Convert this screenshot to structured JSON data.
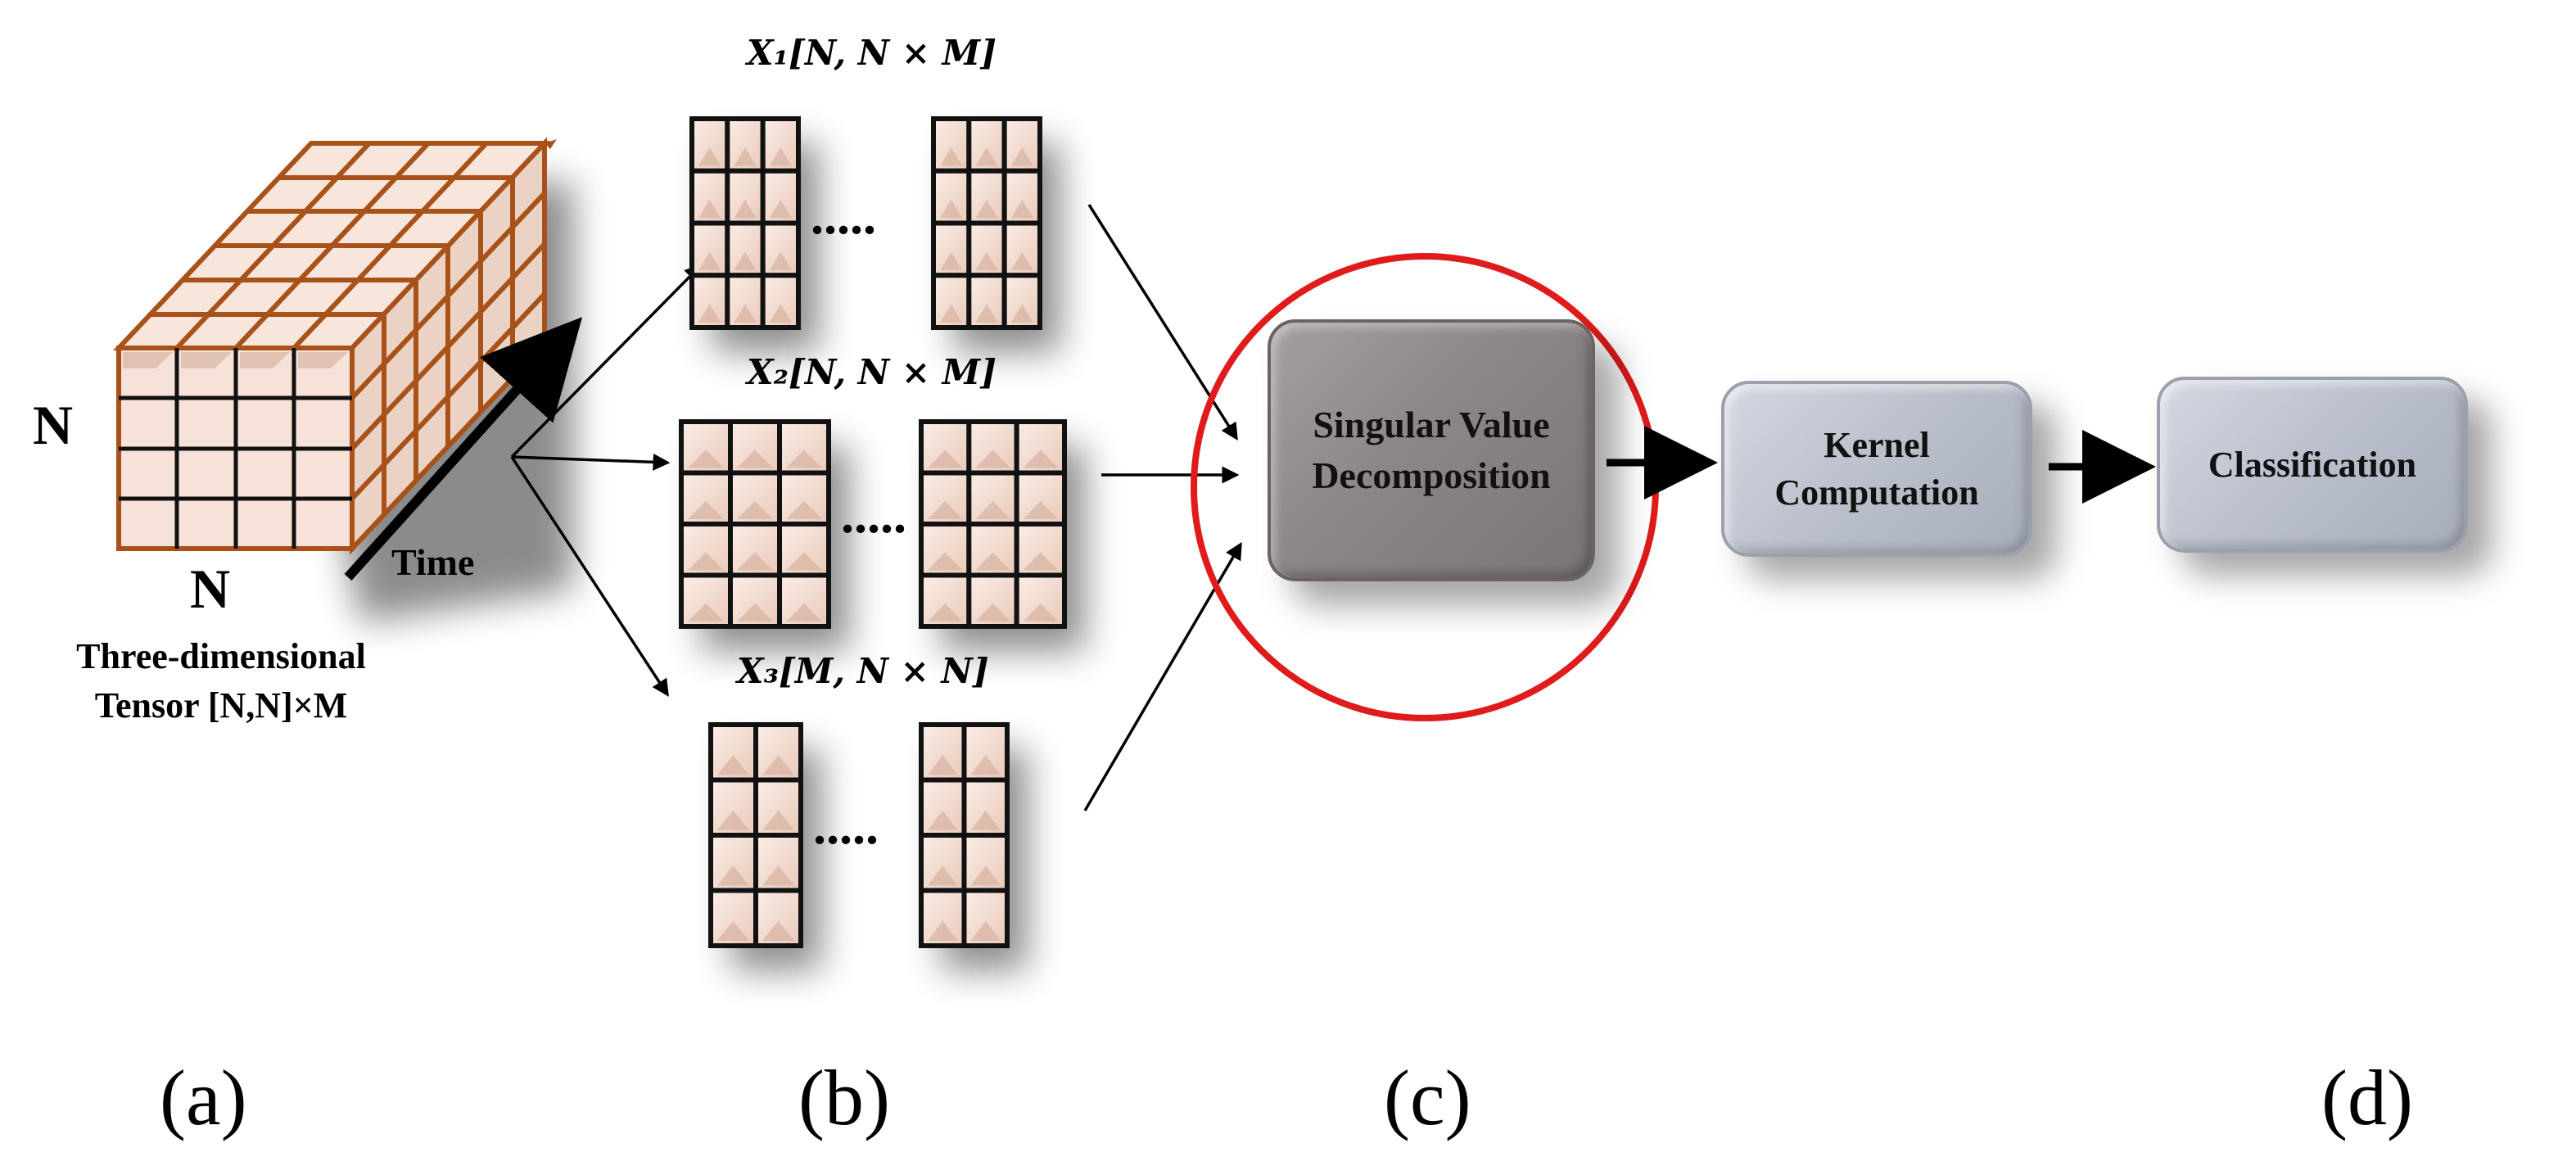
{
  "tensor": {
    "dim_vertical": "N",
    "dim_horizontal": "N",
    "time_label": "Time",
    "caption_line1": "Three-dimensional",
    "caption_line2": "Tensor [N,N]×M"
  },
  "unfoldings": [
    {
      "label": "X₁[N, N × M]",
      "dots": "....."
    },
    {
      "label": "X₂[N, N × M]",
      "dots": "....."
    },
    {
      "label": "X₃[M, N × N]",
      "dots": "....."
    }
  ],
  "steps": {
    "svd_line1": "Singular Value",
    "svd_line2": "Decomposition",
    "kernel_line1": "Kernel",
    "kernel_line2": "Computation",
    "classification": "Classification"
  },
  "panels": [
    "(a)",
    "(b)",
    "(c)",
    "(d)"
  ],
  "colors": {
    "tensor_edge": "#a8521a",
    "cell_fill": "#f6e2d8",
    "grid_line": "#111111",
    "highlight_circle": "#e01b1b",
    "svd_box": "#8d8686",
    "step_box": "#b7bdc9"
  }
}
